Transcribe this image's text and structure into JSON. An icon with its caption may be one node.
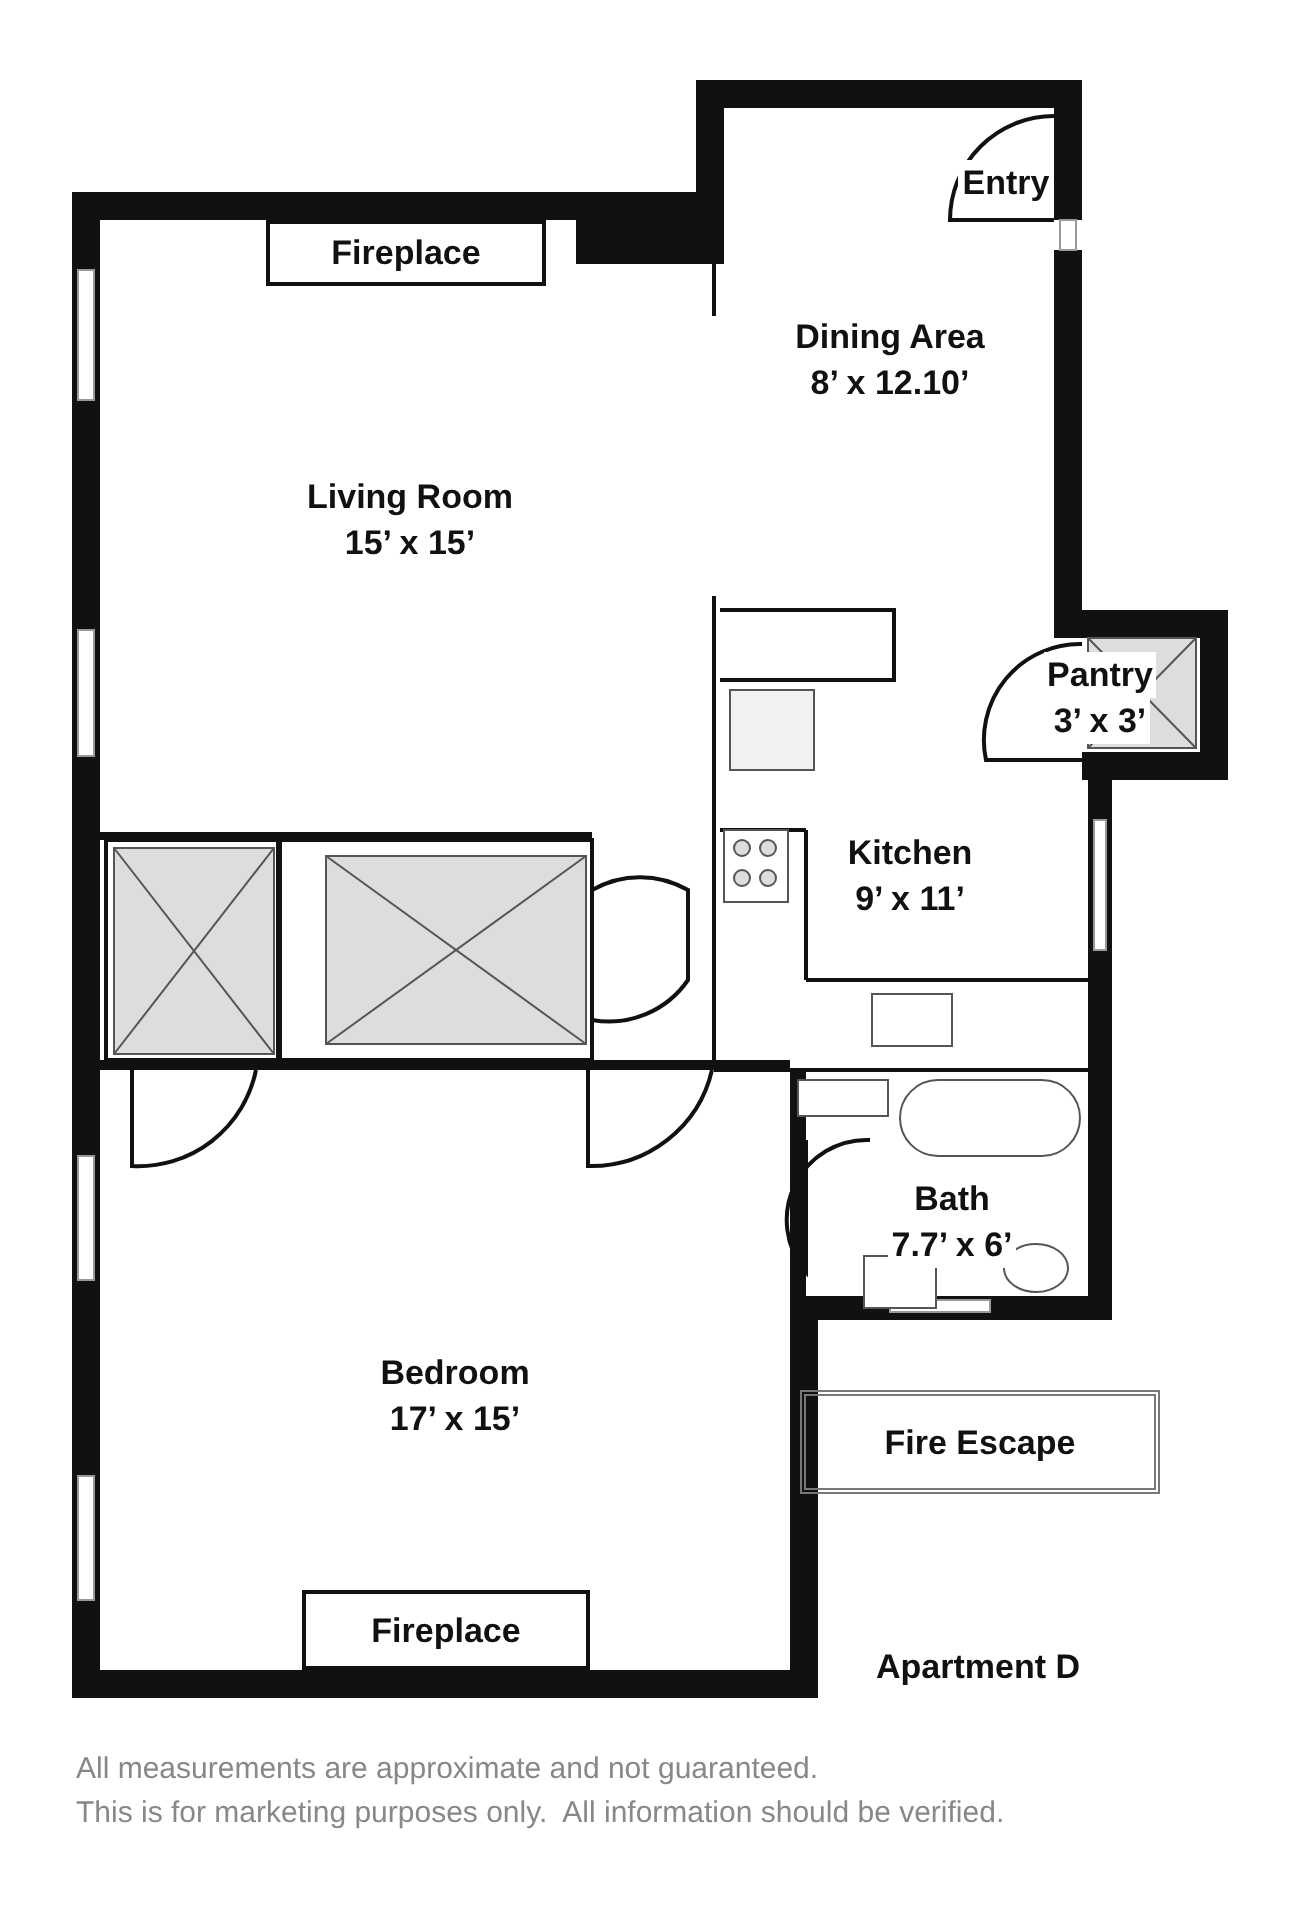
{
  "diagram": {
    "nodes": [
      {
        "text": [
          "Fireplace"
        ]
      },
      {
        "text": [
          "Entry"
        ]
      },
      {
        "text": [
          "Dining Area",
          "8’ x 12.10’"
        ]
      },
      {
        "text": [
          "Living Room",
          "15’ x 15’"
        ]
      },
      {
        "text": [
          "Pantry",
          "3’ x 3’"
        ]
      },
      {
        "text": [
          "Kitchen",
          "9’ x 11’"
        ]
      },
      {
        "text": [
          "Bath",
          "7.7’ x 6’"
        ]
      },
      {
        "text": [
          "Bedroom",
          "17’ x 15’"
        ]
      },
      {
        "text": [
          "Fire Escape"
        ]
      },
      {
        "text": [
          "Fireplace"
        ]
      }
    ],
    "edges": [],
    "labels": [
      "Apartment D",
      "All measurements are approximate and not guaranteed.",
      "This is for marketing purposes only.  All information should be verified."
    ]
  }
}
